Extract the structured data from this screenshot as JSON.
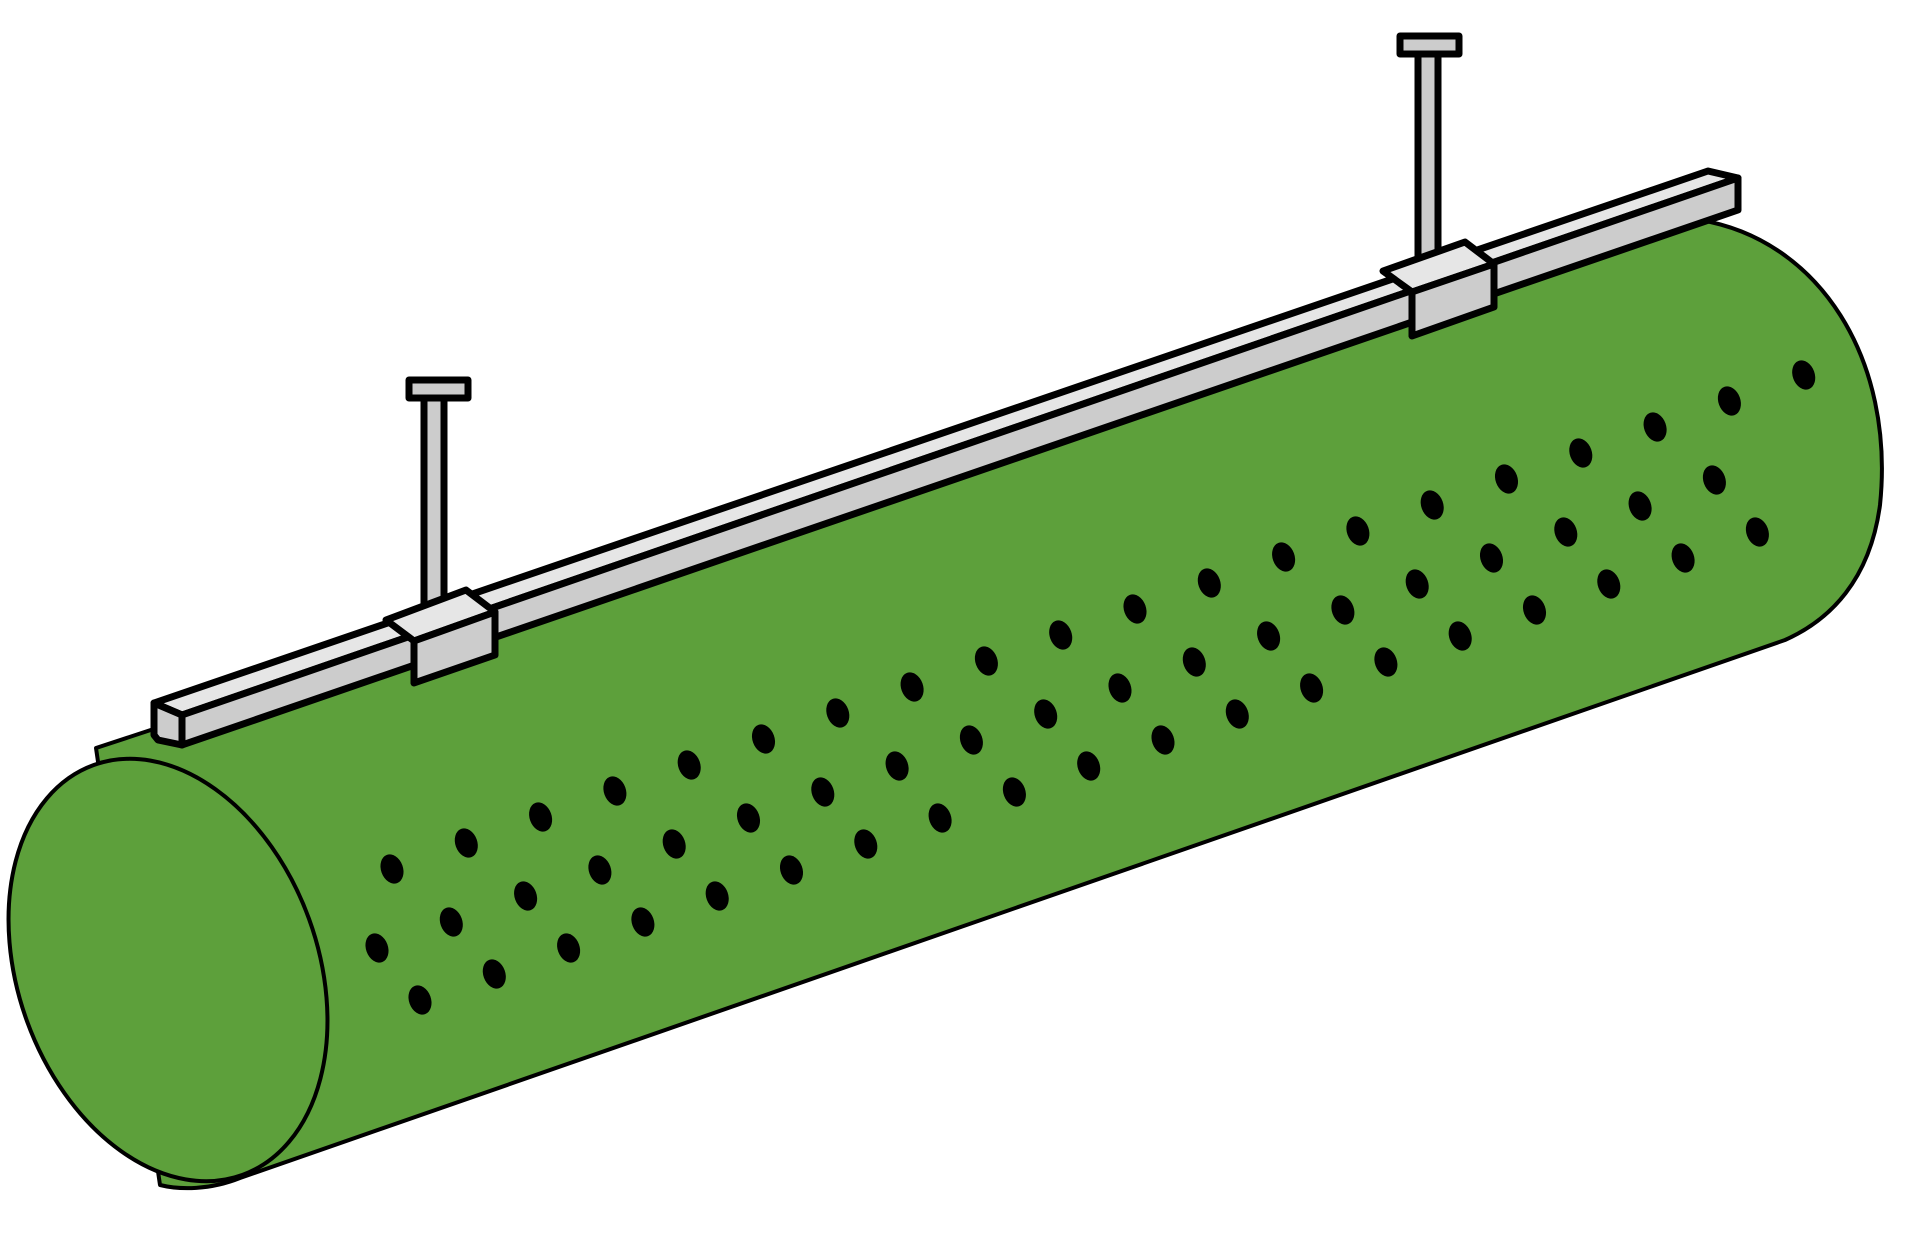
{
  "diagram": {
    "colors": {
      "duct_fill": "#5da03b",
      "outline": "#000000",
      "metal_fill": "#cccccc",
      "metal_light": "#e6e6e6",
      "hole_fill": "#000000",
      "background": "#ffffff"
    },
    "components": [
      "perforated-fabric-duct",
      "suspension-rail",
      "rail-clamp",
      "hanger-rod"
    ],
    "perforation_rows": 3,
    "hanger_count": 2
  }
}
